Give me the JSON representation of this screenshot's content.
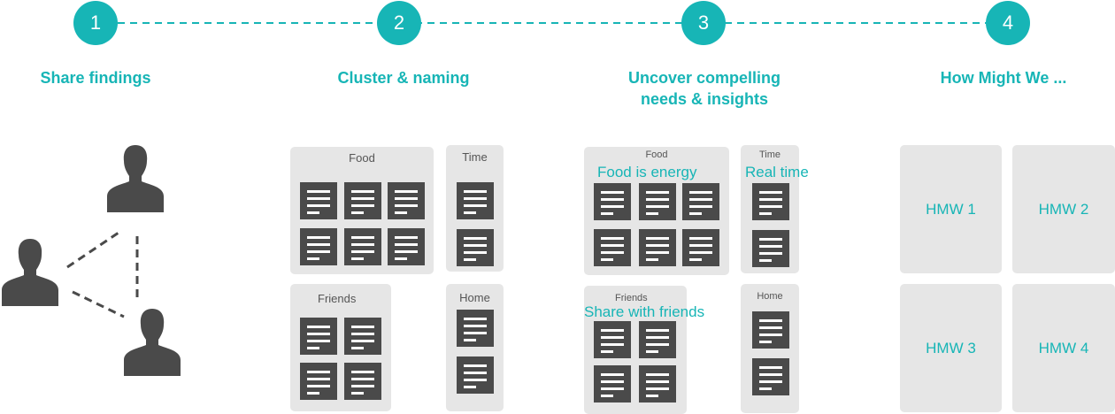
{
  "accent_color": "#17b5b6",
  "steps": [
    {
      "number": "1",
      "title_lines": [
        "Share findings"
      ]
    },
    {
      "number": "2",
      "title_lines": [
        "Cluster & naming"
      ]
    },
    {
      "number": "3",
      "title_lines": [
        "Uncover compelling",
        "needs & insights"
      ]
    },
    {
      "number": "4",
      "title_lines": [
        "How Might We ..."
      ]
    }
  ],
  "people_icons": [
    "person-icon",
    "person-icon",
    "person-icon"
  ],
  "clusters": {
    "food": "Food",
    "time": "Time",
    "friends": "Friends",
    "home": "Home"
  },
  "insights": {
    "food": "Food is energy",
    "time": "Real time",
    "friends": "Share with friends"
  },
  "hmw": [
    "HMW 1",
    "HMW 2",
    "HMW 3",
    "HMW 4"
  ]
}
